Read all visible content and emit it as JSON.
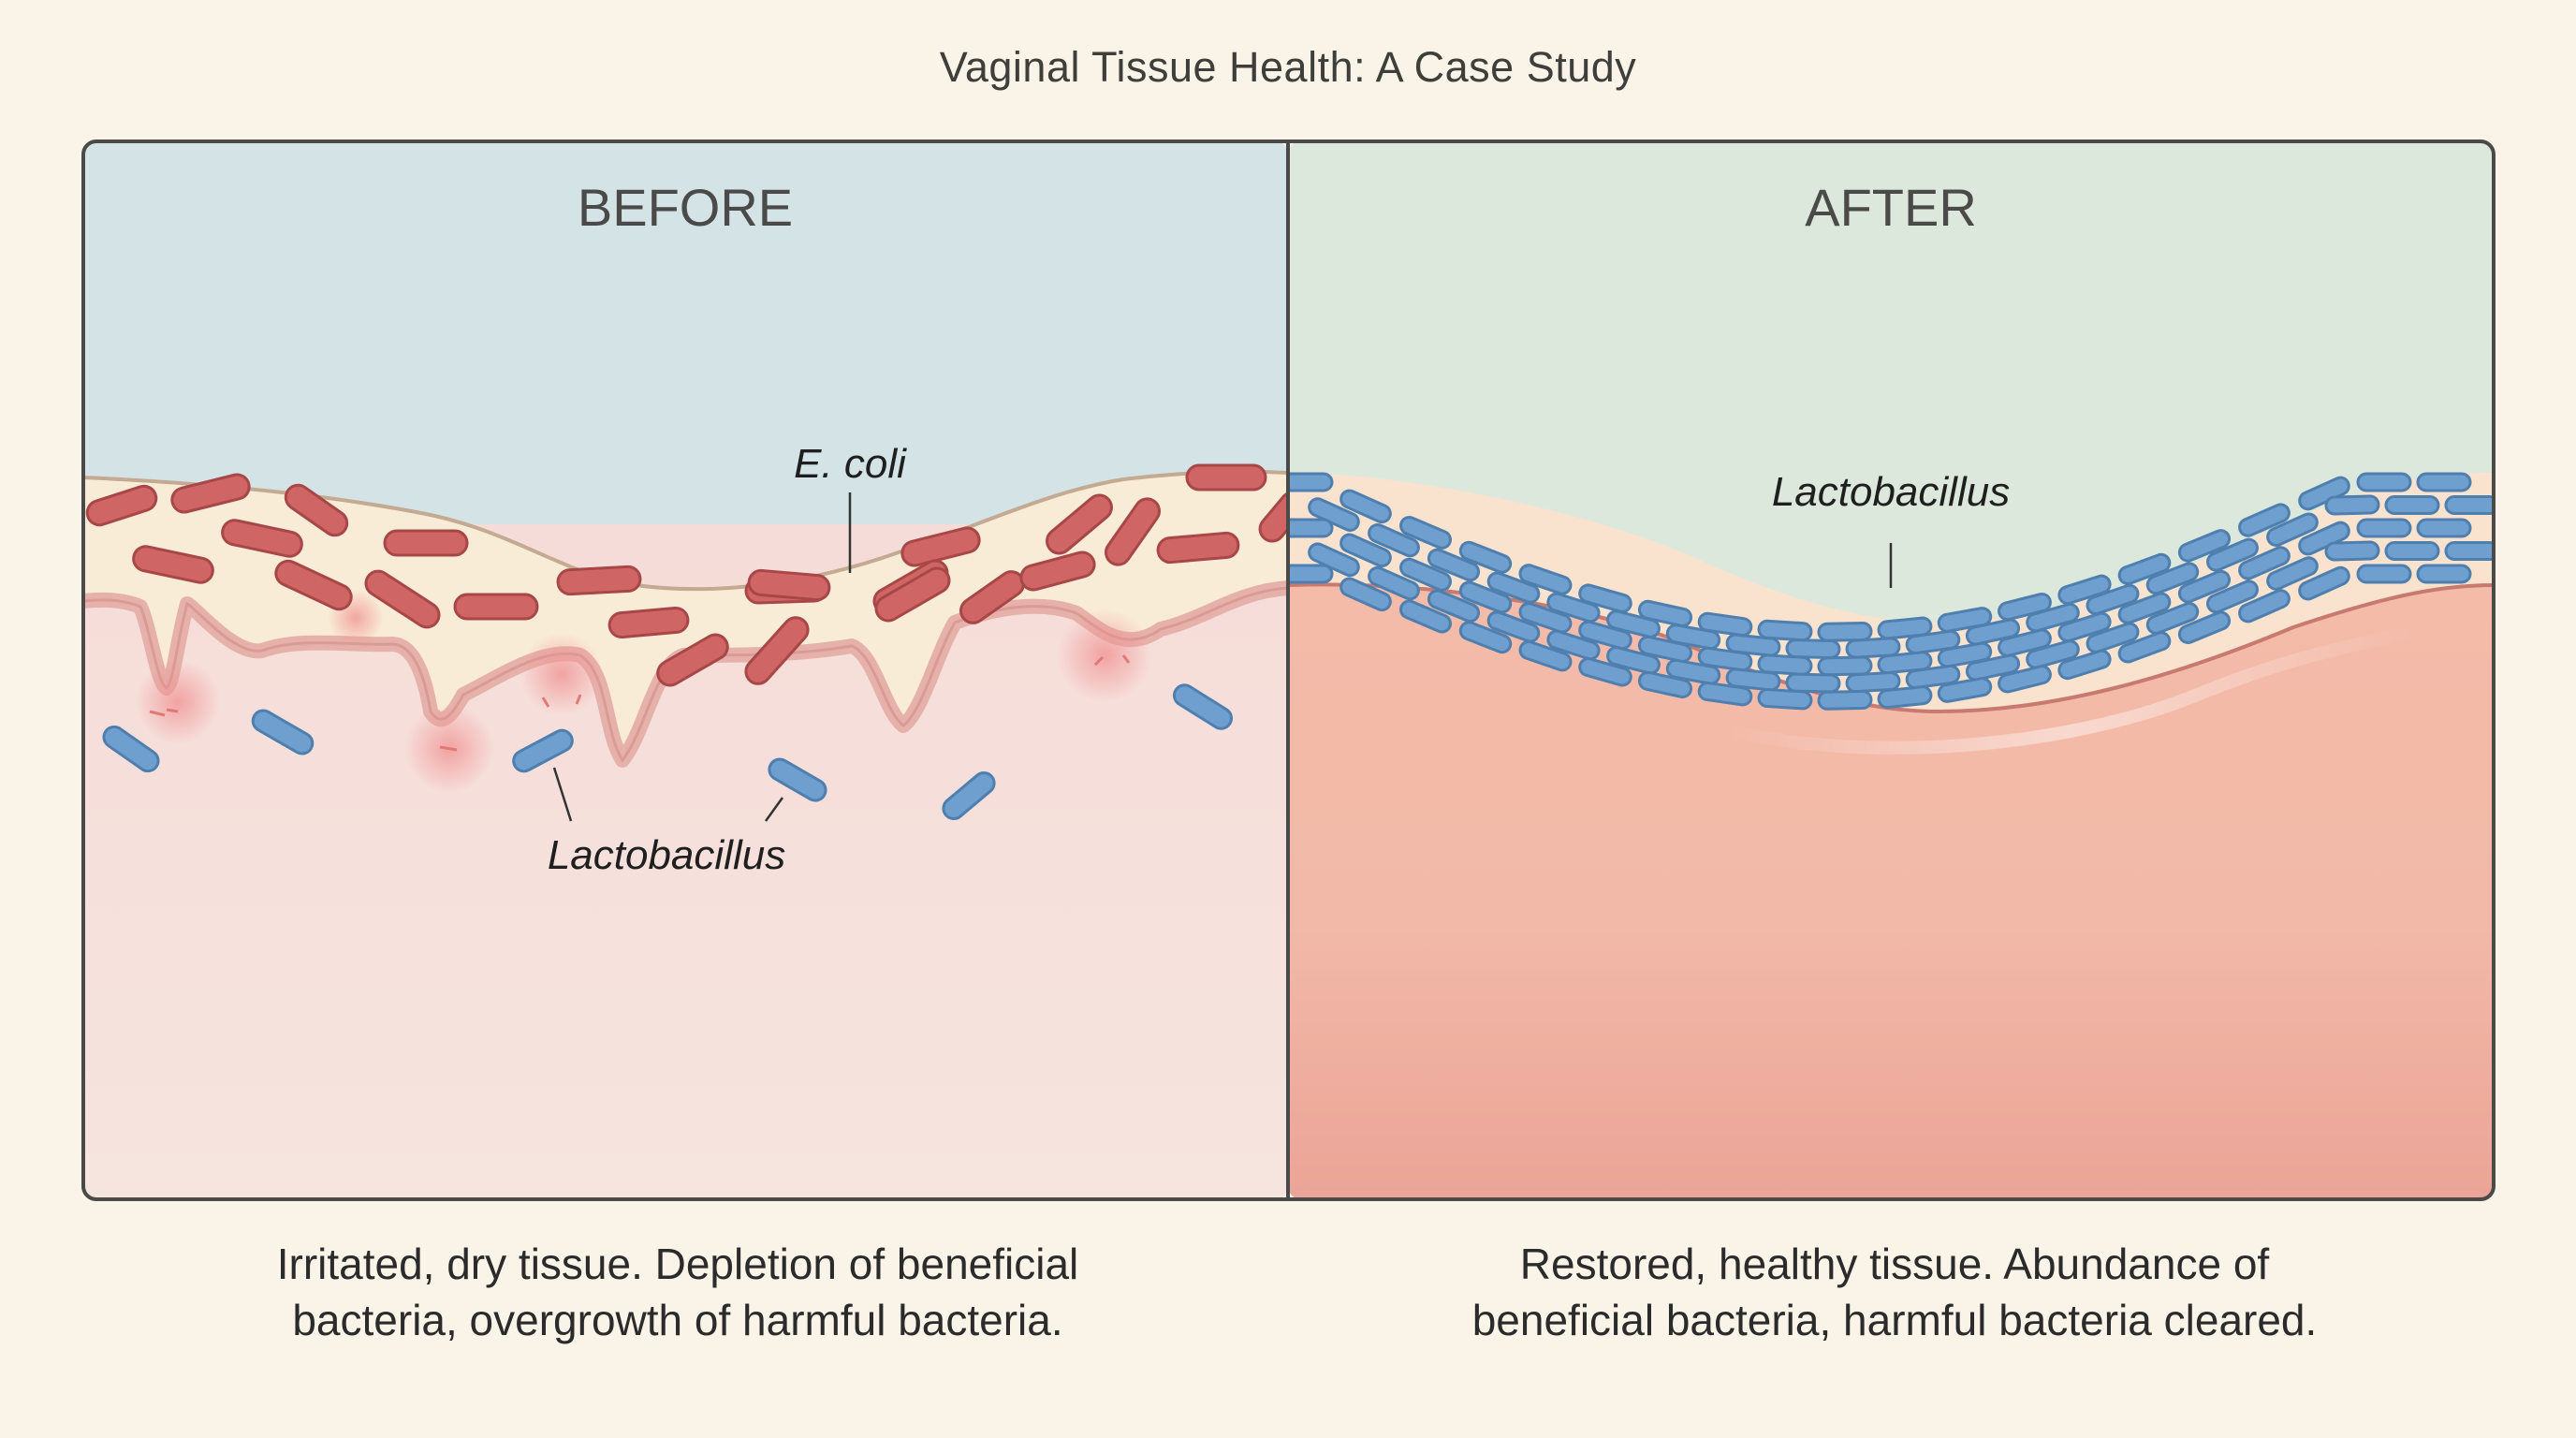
{
  "title": "Vaginal Tissue Health: A Case Study",
  "before": {
    "heading": "BEFORE",
    "label_ecoli": "E. coli",
    "label_lacto": "Lactobacillus",
    "caption_line1": "Irritated, dry tissue. Depletion of beneficial",
    "caption_line2": "bacteria, overgrowth of harmful bacteria."
  },
  "after": {
    "heading": "AFTER",
    "label_lacto": "Lactobacillus",
    "caption_line1": "Restored, healthy tissue. Abundance of",
    "caption_line2": "beneficial bacteria, harmful bacteria cleared."
  },
  "colors": {
    "background": "#faf4e8",
    "before_sky": "#d3e3e6",
    "before_tissue": "#f5e2de",
    "after_sky": "#dde8dc",
    "after_tissue": "#f1b3a3",
    "mucus": "#f9ecd6",
    "ecoli": "#d06565",
    "lactobacillus": "#6f9fcf",
    "frame": "#4a4a48"
  }
}
